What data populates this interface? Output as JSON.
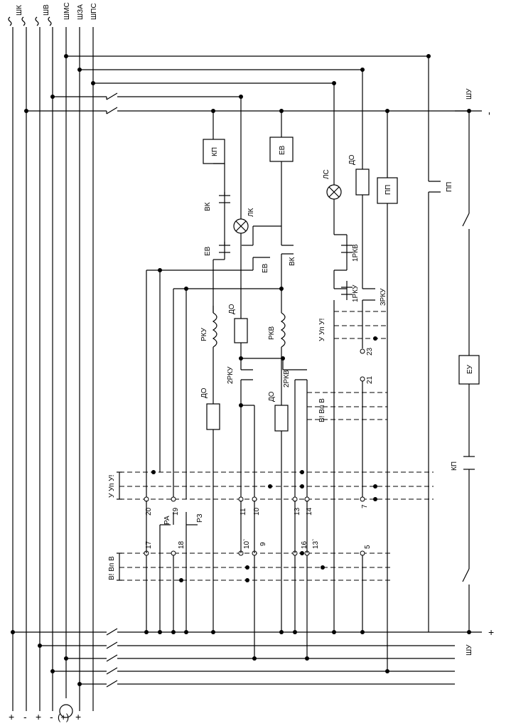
{
  "buses": {
    "top": [
      "ШК",
      "ШВ",
      "ШМС",
      "ШЗА",
      "ШПС"
    ],
    "bottom": [
      "+",
      "-",
      "+",
      "-",
      "(+)",
      "+"
    ]
  },
  "supply": {
    "top_label": "ШУ",
    "top_sign": "-",
    "bottom_label": "ШУ",
    "bottom_sign": "+"
  },
  "boxes": {
    "kp": "КП",
    "ev": "ЕВ",
    "pp": "ПП",
    "eu": "ЕУ",
    "do": "ДО"
  },
  "contacts": {
    "vk": "ВК",
    "ev": "ЕВ",
    "lk": "ЛК",
    "ls": "ЛС",
    "pp": "ПП",
    "kp": "КП",
    "rku": "РКУ",
    "rkv": "РКВ",
    "rku2": "2РКУ",
    "rkv2": "2РКВ",
    "rkv1": "1РКВ",
    "rku1": "1РКУ",
    "rku3": "3РКУ",
    "ra": "РА",
    "rz": "РЗ"
  },
  "switch_groups": {
    "upper": "У Уп У!",
    "lower": "В! Вп В",
    "right_upper": "У Уп У!",
    "right_lower": "В! Вп В"
  },
  "terminals": {
    "t20": "20",
    "t19": "19",
    "t11": "11",
    "t10": "10",
    "t13": "13",
    "t14": "14",
    "t7": "7",
    "t17": "17",
    "t18": "18",
    "t10p": "10`",
    "t9": "9",
    "t16": "16",
    "t13p": "13`",
    "t5": "5",
    "t23": "23",
    "t21": "21"
  }
}
